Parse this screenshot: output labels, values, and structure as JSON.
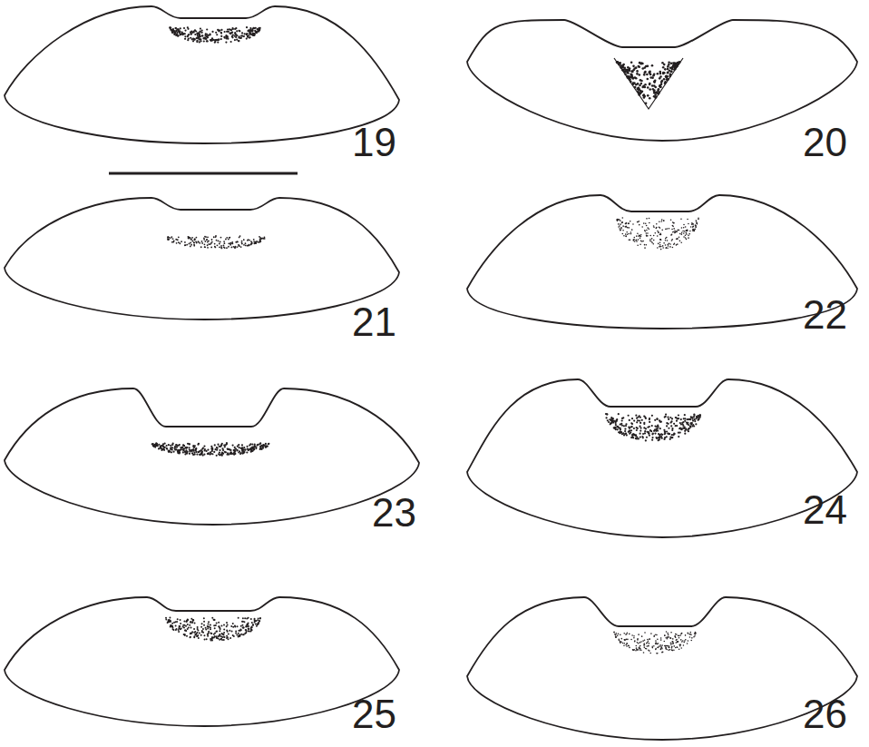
{
  "diagram": {
    "labels": [
      "19",
      "20",
      "21",
      "22",
      "23",
      "24",
      "25",
      "26"
    ]
  }
}
